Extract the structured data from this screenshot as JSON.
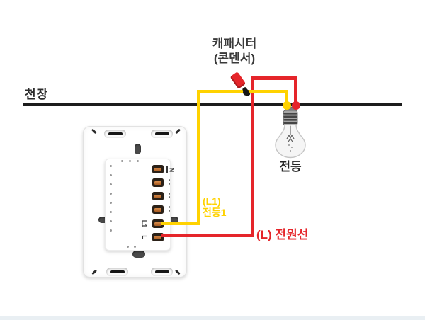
{
  "labels": {
    "ceiling": "천장",
    "capacitor_line1": "캐패시터",
    "capacitor_line2": "(콘덴서)",
    "bulb": "전등",
    "load_wire_line1": "(L1)",
    "load_wire_line2": "전등1",
    "power_wire": "(L) 전원선"
  },
  "switch": {
    "terminals": [
      {
        "label": "N"
      },
      {
        "label": ""
      },
      {
        "label": ""
      },
      {
        "label": ""
      },
      {
        "label": "L1"
      },
      {
        "label": "L"
      }
    ]
  },
  "colors": {
    "wire_yellow": "#FFD200",
    "wire_red": "#E5252A",
    "ceiling_black": "#1D1D1D",
    "terminal_copper": "#C5803E",
    "bottom_band": "#E9EFF3"
  }
}
